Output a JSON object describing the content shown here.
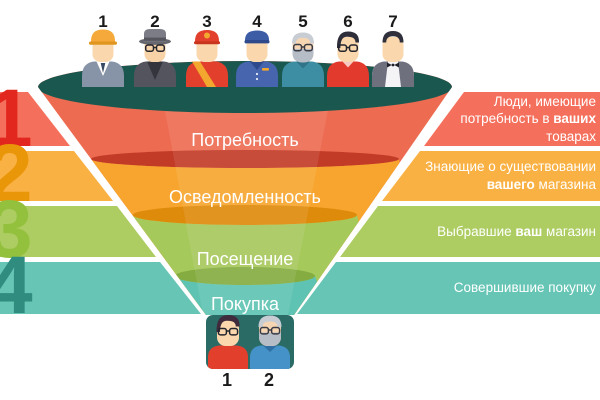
{
  "stages": [
    {
      "number": "1",
      "funnel_label": "Потребность",
      "description": "Люди, имеющие потребность в ваших товарах",
      "band_color": "#F5705C",
      "funnel_color": "#ED6B51",
      "lip_color": "#C23B27",
      "number_color": "#E2271E"
    },
    {
      "number": "2",
      "funnel_label": "Осведомленность",
      "description": "Знающие о существовании вашего магазина",
      "band_color": "#FAB143",
      "funnel_color": "#F7A52E",
      "lip_color": "#DE8A0A",
      "number_color": "#EA9609"
    },
    {
      "number": "3",
      "funnel_label": "Посещение",
      "description": "Выбравшие ваш магазин",
      "band_color": "#ADCD63",
      "funnel_color": "#A6C95C",
      "lip_color": "#84AC40",
      "number_color": "#93C13D"
    },
    {
      "number": "4",
      "funnel_label": "Покупка",
      "description": "Совершившие покупку",
      "band_color": "#66C5B5",
      "funnel_color": "#5EC3B2",
      "number_color": "#2F8C7F"
    }
  ],
  "right_text": {
    "s1_line1": "Люди, имеющие",
    "s1_line2a": "потребность в ",
    "s1_line2b": "ваших",
    "s1_line3": "товарах",
    "s2_line1": "Знающие о существовании",
    "s2_line2a": "вашего",
    "s2_line2b": " магазина",
    "s3_a": "Выбравшие ",
    "s3_b": "ваш",
    "s3_c": " магазин",
    "s4": "Совершившие покупку"
  },
  "top_numbers": [
    "1",
    "2",
    "3",
    "4",
    "5",
    "6",
    "7"
  ],
  "bottom_numbers": [
    "1",
    "2"
  ],
  "colors": {
    "funnel_top_opening": "#1A584F",
    "customer_box": "#2B6B66",
    "background": "#FFFFFF",
    "number_text": "#1A1A1A",
    "label_text": "#FFFFFF"
  }
}
